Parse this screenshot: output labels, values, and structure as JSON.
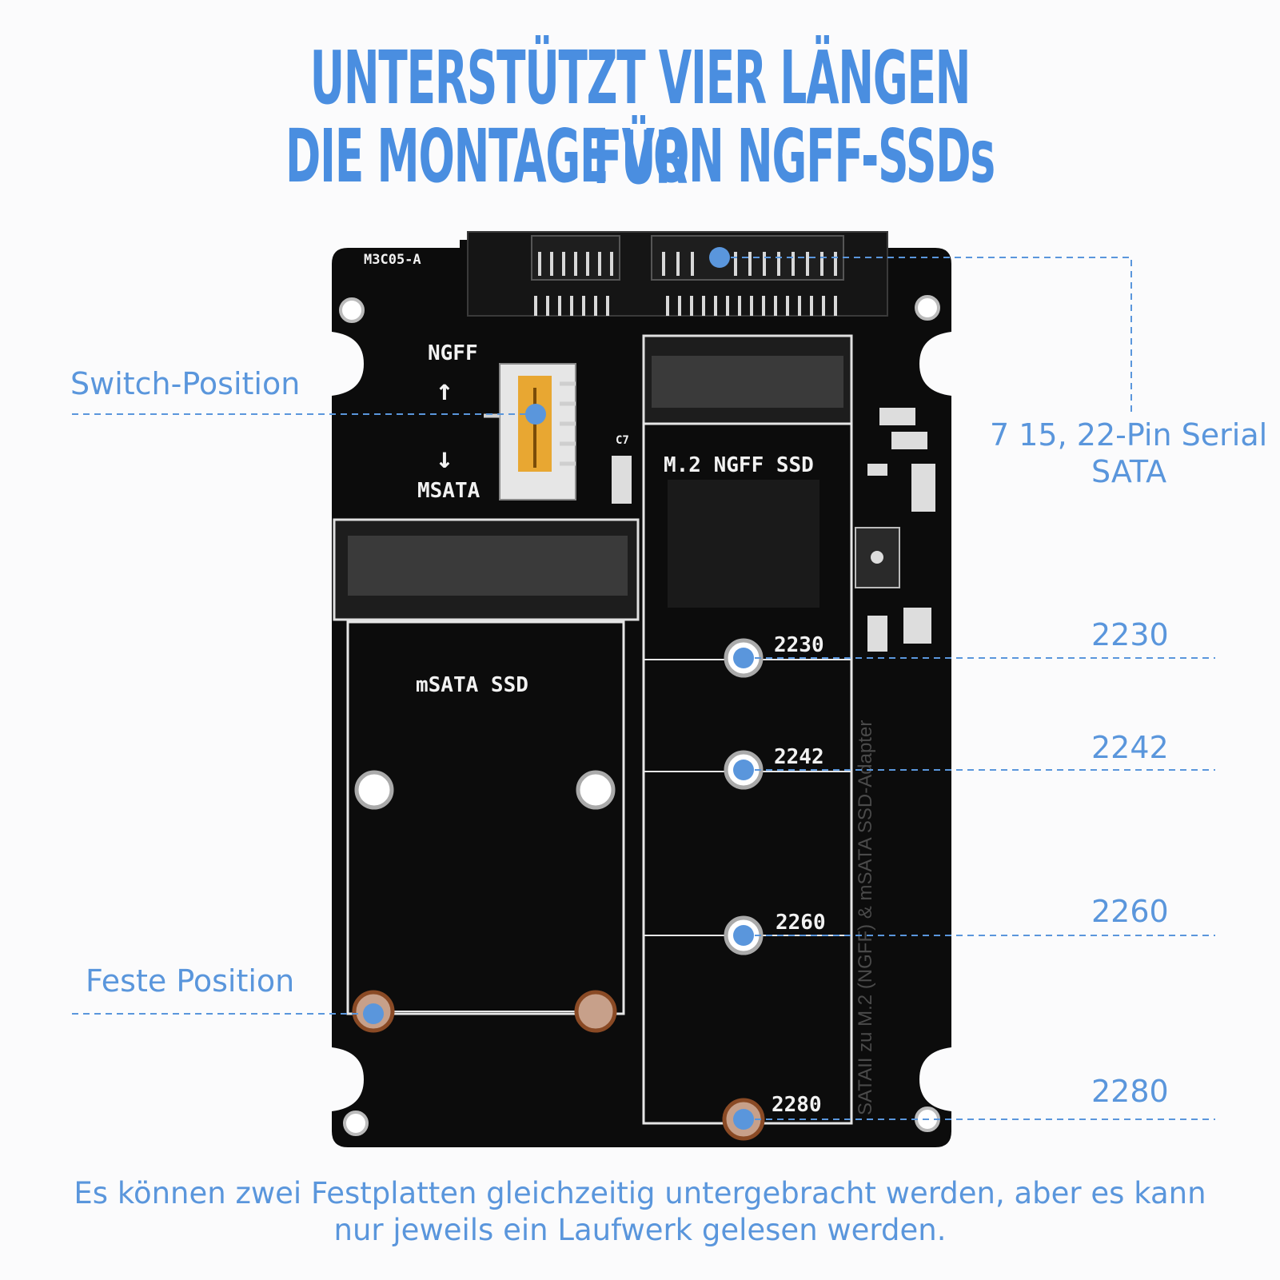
{
  "headline": {
    "line1": "UNTERSTÜTZT VIER LÄNGEN FÜR",
    "line2": "DIE MONTAGE VON NGFF-SSDs"
  },
  "callouts": {
    "switch_position": "Switch-Position",
    "fixed_position": "Feste Position",
    "sata_line1": "7 15, 22-Pin Serial",
    "sata_line2": "SATA",
    "len_2230": "2230",
    "len_2242": "2242",
    "len_2260": "2260",
    "len_2280": "2280"
  },
  "board_labels": {
    "ngff": "NGFF",
    "msata": "MSATA",
    "m2_ngff_ssd": "M.2  NGFF SSD",
    "msata_ssd": "mSATA SSD",
    "pos_2230": "2230",
    "pos_2242": "2242",
    "pos_2260": "2260",
    "pos_2280": "2280",
    "part_no": "M3C05-A",
    "c7": "C7",
    "side_text": "SATAII zu M.2 (NGFF) & mSATA SSD-Adapter"
  },
  "footer": {
    "line1": "Es können zwei Festplatten gleichzeitig untergebracht werden, aber es kann",
    "line2": "nur jeweils ein Laufwerk gelesen werden."
  },
  "colors": {
    "accent": "#4a8ee0",
    "pcb": "#0d0d0d",
    "copper": "#b86a3c"
  }
}
